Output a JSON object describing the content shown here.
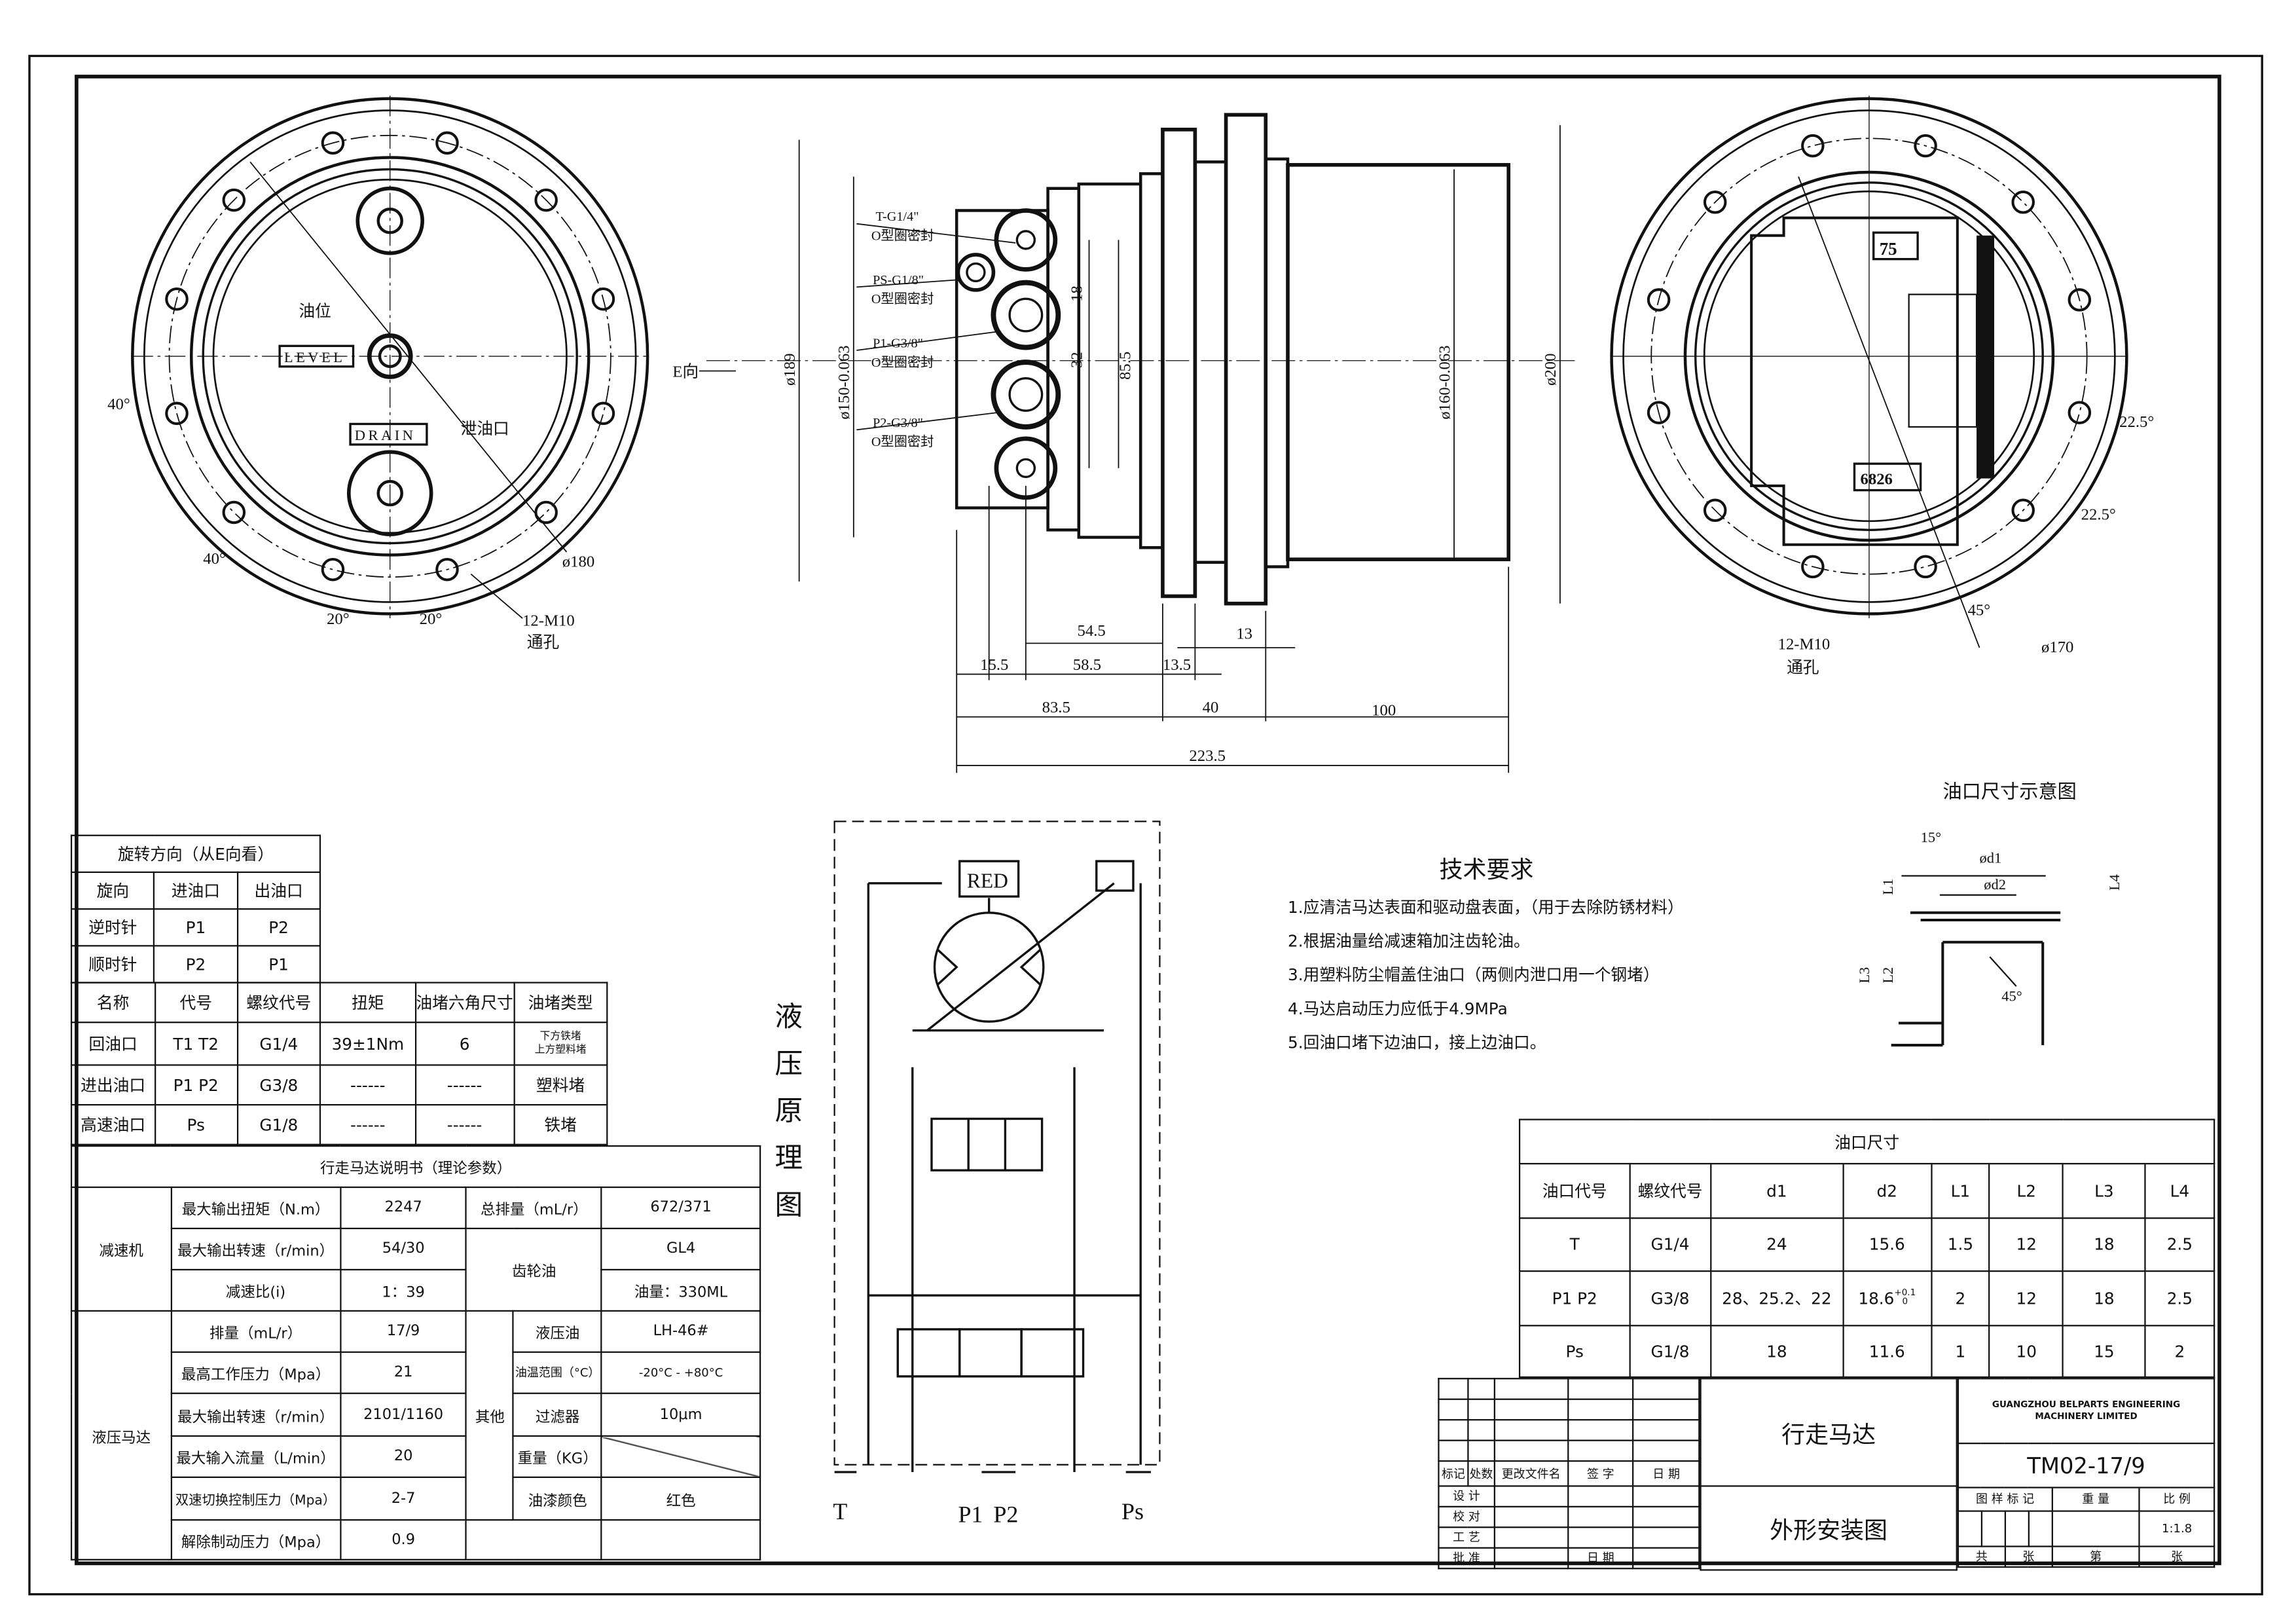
{
  "left_view": {
    "oil_level": "油位",
    "level": "LEVEL",
    "drain": "DRAIN",
    "drain_port": "泄油口",
    "dia": "ø180",
    "angle_a": "40°",
    "angle_b": "40°",
    "angle_c": "20°",
    "angle_d": "20°",
    "bolts": "12-M10",
    "through": "通孔"
  },
  "side_view": {
    "e_dir": "E向",
    "d189": "ø189",
    "d150": "ø150-0.063",
    "d160": "ø160-0.063",
    "d200": "ø200",
    "ports": [
      {
        "label": "T-G1/4\"",
        "seal": "O型圈密封"
      },
      {
        "label": "PS-G1/8\"",
        "seal": "O型圈密封"
      },
      {
        "label": "P1-G3/8\"",
        "seal": "O型圈密封"
      },
      {
        "label": "P2-G3/8\"",
        "seal": "O型圈密封"
      }
    ],
    "dims": {
      "d18": "18",
      "d32": "32",
      "d85_5": "85.5",
      "d54_5": "54.5",
      "d15_5": "15.5",
      "d58_5": "58.5",
      "d13_5": "13.5",
      "d13": "13",
      "d83_5": "83.5",
      "d40": "40",
      "d100": "100",
      "d223_5": "223.5"
    }
  },
  "right_view": {
    "tag_top": "75",
    "tag_bottom": "6826",
    "a1": "22.5°",
    "a2": "22.5°",
    "a3": "45°",
    "dia": "ø170",
    "bolts": "12-M10",
    "through": "通孔"
  },
  "schematic": {
    "title": "液压原理图",
    "red": "RED",
    "t": "T",
    "p1": "P1",
    "p2": "P2",
    "ps": "Ps"
  },
  "tech": {
    "title": "技术要求",
    "items": [
      "1.应清洁马达表面和驱动盘表面，（用于去除防锈材料）",
      "2.根据油量给减速箱加注齿轮油。",
      "3.用塑料防尘帽盖住油口（两侧内泄口用一个钢堵）",
      "4.马达启动压力应低于4.9MPa",
      "5.回油口堵下边油口，接上边油口。"
    ]
  },
  "port_diagram": {
    "title": "油口尺寸示意图",
    "angle_top": "15°",
    "angle_bot": "45°",
    "d1": "ød1",
    "d2": "ød2",
    "l1": "L1",
    "l2": "L2",
    "l3": "L3",
    "l4": "L4"
  },
  "rotation": {
    "title": "旋转方向（从E向看）",
    "headers": [
      "旋向",
      "进油口",
      "出油口"
    ],
    "rows": [
      [
        "逆时针",
        "P1",
        "P2"
      ],
      [
        "顺时针",
        "P2",
        "P1"
      ]
    ]
  },
  "plugs": {
    "headers": [
      "名称",
      "代号",
      "螺纹代号",
      "扭矩",
      "油堵六角尺寸",
      "油堵类型"
    ],
    "rows": [
      [
        "回油口",
        "T1  T2",
        "G1/4",
        "39±1Nm",
        "6",
        "下方铁堵",
        "上方塑料堵"
      ],
      [
        "进出油口",
        "P1  P2",
        "G3/8",
        "------",
        "------",
        "塑料堵"
      ],
      [
        "高速油口",
        "Ps",
        "G1/8",
        "------",
        "------",
        "铁堵"
      ]
    ]
  },
  "spec": {
    "title": "行走马达说明书（理论参数）",
    "reducer": {
      "label": "减速机",
      "rows": [
        [
          "最大输出扭矩（N.m）",
          "2247"
        ],
        [
          "最大输出转速（r/min）",
          "54/30"
        ],
        [
          "减速比(i)",
          "1：39"
        ]
      ],
      "total_disp_label": "总排量（mL/r）",
      "total_disp": "672/371",
      "gear_oil_label": "齿轮油",
      "gear_oil": "GL4",
      "oil_qty": "油量：330ML"
    },
    "motor": {
      "label": "液压马达",
      "rows": [
        [
          "排量（mL/r）",
          "17/9"
        ],
        [
          "最高工作压力（Mpa）",
          "21"
        ],
        [
          "最大输出转速（r/min）",
          "2101/1160"
        ],
        [
          "最大输入流量（L/min）",
          "20"
        ],
        [
          "双速切换控制压力（Mpa）",
          "2-7"
        ],
        [
          "解除制动压力（Mpa）",
          "0.9"
        ]
      ]
    },
    "other": {
      "label": "其他",
      "rows": [
        [
          "液压油",
          "LH-46#"
        ],
        [
          "油温范围（°C）",
          "-20°C - +80°C"
        ],
        [
          "过滤器",
          "10μm"
        ],
        [
          "重量（KG）",
          ""
        ],
        [
          "油漆颜色",
          "红色"
        ]
      ]
    }
  },
  "port_table": {
    "title": "油口尺寸",
    "headers": [
      "油口代号",
      "螺纹代号",
      "d1",
      "d2",
      "L1",
      "L2",
      "L3",
      "L4"
    ],
    "rows": [
      [
        "T",
        "G1/4",
        "24",
        "15.6",
        "1.5",
        "12",
        "18",
        "2.5"
      ],
      [
        "P1  P2",
        "G3/8",
        "28、25.2、22",
        "18.6",
        "2",
        "12",
        "18",
        "2.5"
      ],
      [
        "Ps",
        "G1/8",
        "18",
        "11.6",
        "1",
        "10",
        "15",
        "2"
      ]
    ],
    "tol_upper": "+0.1",
    "tol_lower": "0"
  },
  "title_block": {
    "rev_headers": [
      "标记",
      "处数",
      "更改文件名",
      "签 字",
      "日 期"
    ],
    "roles": [
      "设 计",
      "校 对",
      "工 艺",
      "批 准"
    ],
    "date": "日 期",
    "name": "行走马达",
    "drawing_type": "外形安装图",
    "company": "GUANGZHOU BELPARTS ENGINEERING MACHINERY LIMITED",
    "drawing_no": "TM02-17/9",
    "mark_label": "图 样 标 记",
    "weight_label": "重 量",
    "scale_label": "比 例",
    "scale": "1:1.8",
    "total_label": "共",
    "sheets_label": "张",
    "sheet_label": "第",
    "sheet_label2": "张"
  }
}
